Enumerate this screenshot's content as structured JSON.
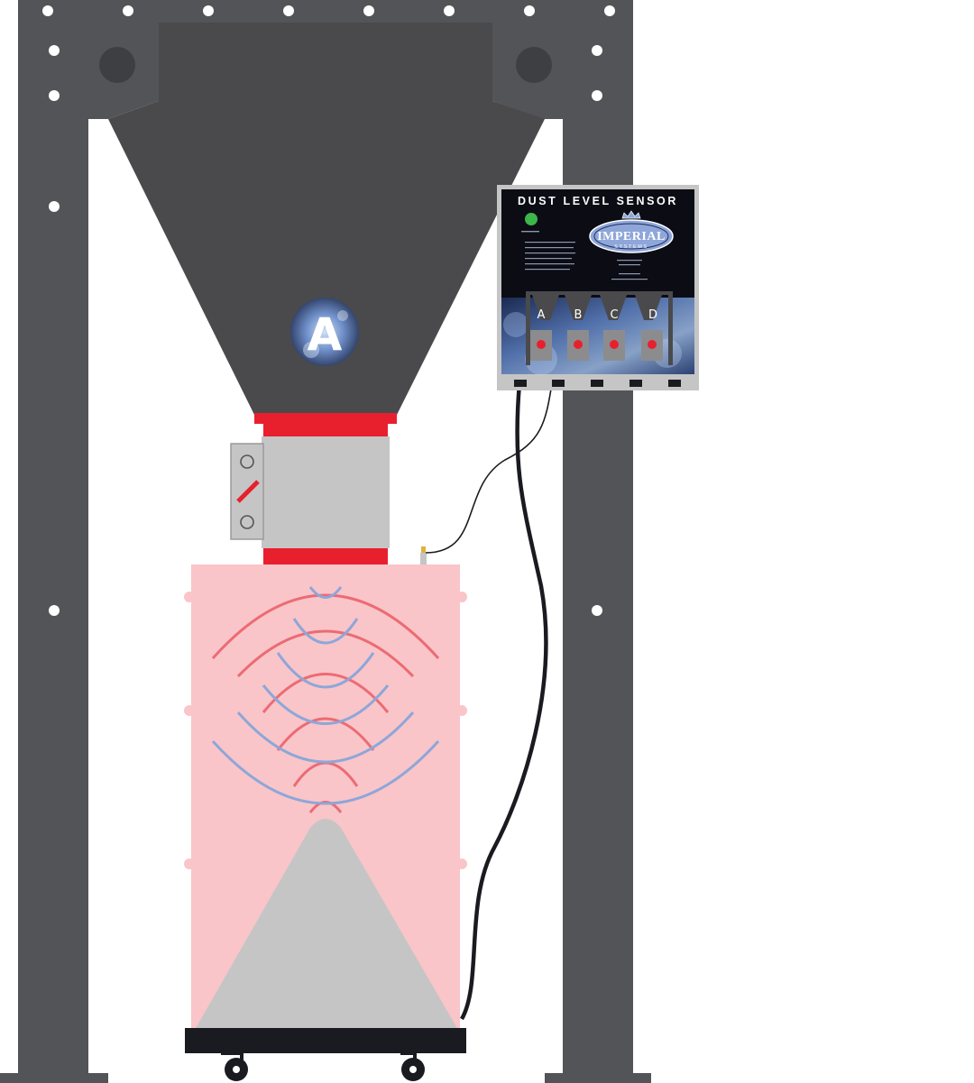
{
  "marker": {
    "letter": "A"
  },
  "sensor_panel": {
    "title": "DUST LEVEL SENSOR",
    "indicator_color": "#3cb54a",
    "brand_name": "IMPERIAL",
    "brand_sub": "SYSTEMS",
    "hopper_labels": [
      "A",
      "B",
      "C",
      "D"
    ]
  },
  "colors": {
    "frame": "#535457",
    "hopper": "#4a4a4d",
    "flange": "#e8202e",
    "valve": "#c5c5c6",
    "bin": "#f9c5c8",
    "wave_red": "#ec6b74",
    "wave_blue": "#8ea6d9",
    "cart": "#1a1b20",
    "panel_bg": "#0b0c14"
  }
}
